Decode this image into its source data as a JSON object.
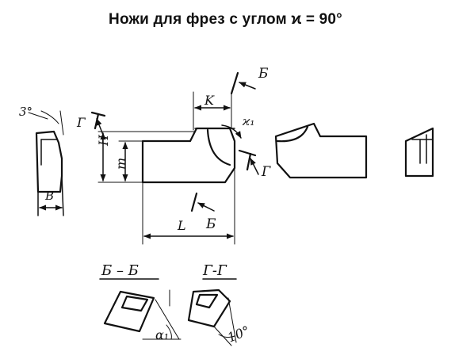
{
  "title": "Ножи для фрез с углом ϰ = 90°",
  "labels": {
    "angle_3deg": "3°",
    "section_g_left": "Г",
    "section_b_top": "Б",
    "dim_k": "K",
    "angle_kappa1": "ϰ₁",
    "dim_h": "H",
    "dim_m": "m",
    "dim_b": "B",
    "section_g_right": "Г",
    "section_b_bottom": "Б",
    "dim_l": "L",
    "section_bb": "Б – Б",
    "section_gg": "Г-Г",
    "angle_alpha1": "α₁",
    "angle_10deg": "10°"
  }
}
